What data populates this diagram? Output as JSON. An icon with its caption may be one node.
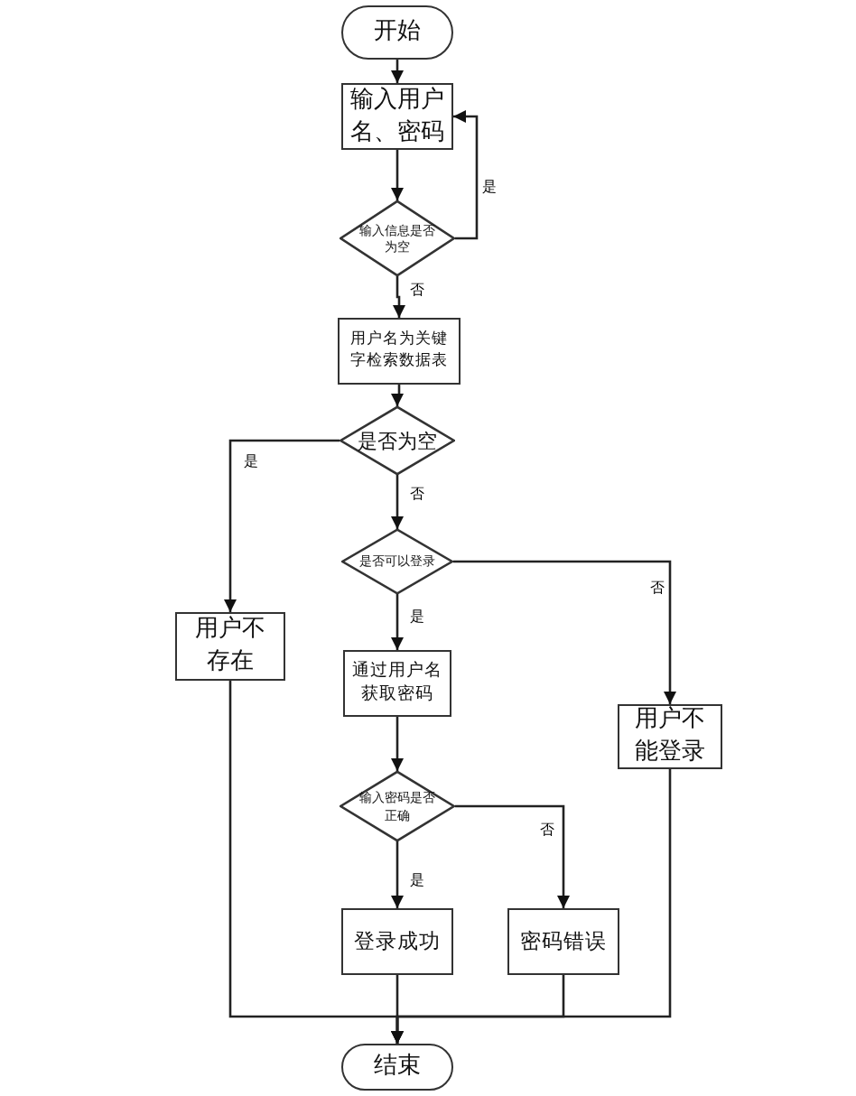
{
  "diagram": {
    "nodes": [
      {
        "text": [
          "开始"
        ]
      },
      {
        "text": [
          "输入用户名、密码"
        ]
      },
      {
        "text": [
          "输入信息是否为空"
        ]
      },
      {
        "text": [
          "用户名为关键字检索数据表"
        ]
      },
      {
        "text": [
          "是否为空"
        ]
      },
      {
        "text": [
          "是否可以登录"
        ]
      },
      {
        "text": [
          "用户不存在"
        ]
      },
      {
        "text": [
          "通过用户名获取密码"
        ]
      },
      {
        "text": [
          "用户不能登录"
        ]
      },
      {
        "text": [
          "输入密码是否正确"
        ]
      },
      {
        "text": [
          "登录成功"
        ]
      },
      {
        "text": [
          "密码错误"
        ]
      },
      {
        "text": [
          "结束"
        ]
      }
    ],
    "edges": [
      {
        "from": 0,
        "to": 1,
        "arrow": "to"
      },
      {
        "from": 1,
        "to": 2,
        "arrow": "to"
      },
      {
        "from": 2,
        "to": 1,
        "arrow": "to",
        "label": "是"
      },
      {
        "from": 2,
        "to": 3,
        "arrow": "to",
        "label": "否"
      },
      {
        "from": 3,
        "to": 4,
        "arrow": "to"
      },
      {
        "from": 4,
        "to": 6,
        "arrow": "to",
        "label": "是"
      },
      {
        "from": 4,
        "to": 5,
        "arrow": "to",
        "label": "否"
      },
      {
        "from": 5,
        "to": 7,
        "arrow": "to",
        "label": "是"
      },
      {
        "from": 5,
        "to": 8,
        "arrow": "to",
        "label": "否"
      },
      {
        "from": 7,
        "to": 9,
        "arrow": "to"
      },
      {
        "from": 9,
        "to": 10,
        "arrow": "to",
        "label": "是"
      },
      {
        "from": 9,
        "to": 11,
        "arrow": "to",
        "label": "否"
      },
      {
        "from": 6,
        "to": 12,
        "arrow": "to"
      },
      {
        "from": 8,
        "to": 12,
        "arrow": "to"
      },
      {
        "from": 10,
        "to": 12,
        "arrow": "to"
      },
      {
        "from": 11,
        "to": 12,
        "arrow": "to"
      }
    ]
  }
}
